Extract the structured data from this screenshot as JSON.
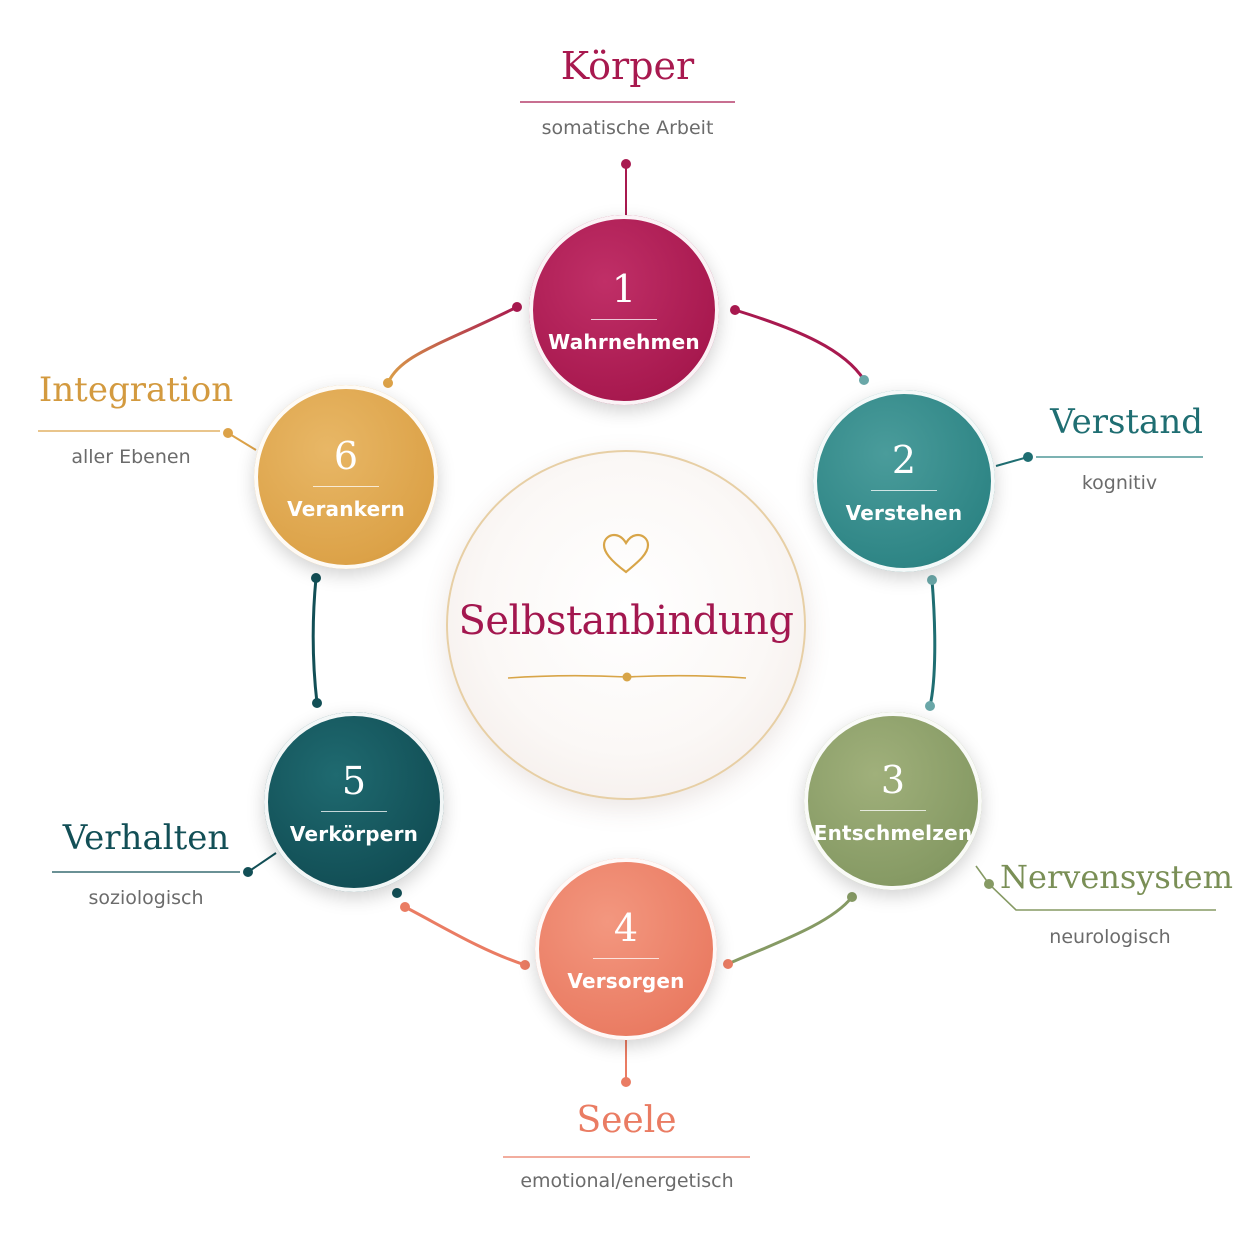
{
  "center": {
    "title": "Selbstanbindung",
    "icon": "heart-icon"
  },
  "colors": {
    "crimson": "#a8194f",
    "teal": "#2e8585",
    "olive": "#869a64",
    "coral": "#ea7c63",
    "dark_teal": "#124f56",
    "gold": "#dca248"
  },
  "steps": [
    {
      "number": "1",
      "label": "Wahrnehmen"
    },
    {
      "number": "2",
      "label": "Verstehen"
    },
    {
      "number": "3",
      "label": "Entschmelzen"
    },
    {
      "number": "4",
      "label": "Versorgen"
    },
    {
      "number": "5",
      "label": "Verkörpern"
    },
    {
      "number": "6",
      "label": "Verankern"
    }
  ],
  "dimensions": [
    {
      "title": "Körper",
      "subtitle": "somatische Arbeit"
    },
    {
      "title": "Verstand",
      "subtitle": "kognitiv"
    },
    {
      "title": "Nervensystem",
      "subtitle": "neurologisch"
    },
    {
      "title": "Seele",
      "subtitle": "emotional/energetisch"
    },
    {
      "title": "Verhalten",
      "subtitle": "soziologisch"
    },
    {
      "title": "Integration",
      "subtitle": "aller Ebenen"
    }
  ]
}
